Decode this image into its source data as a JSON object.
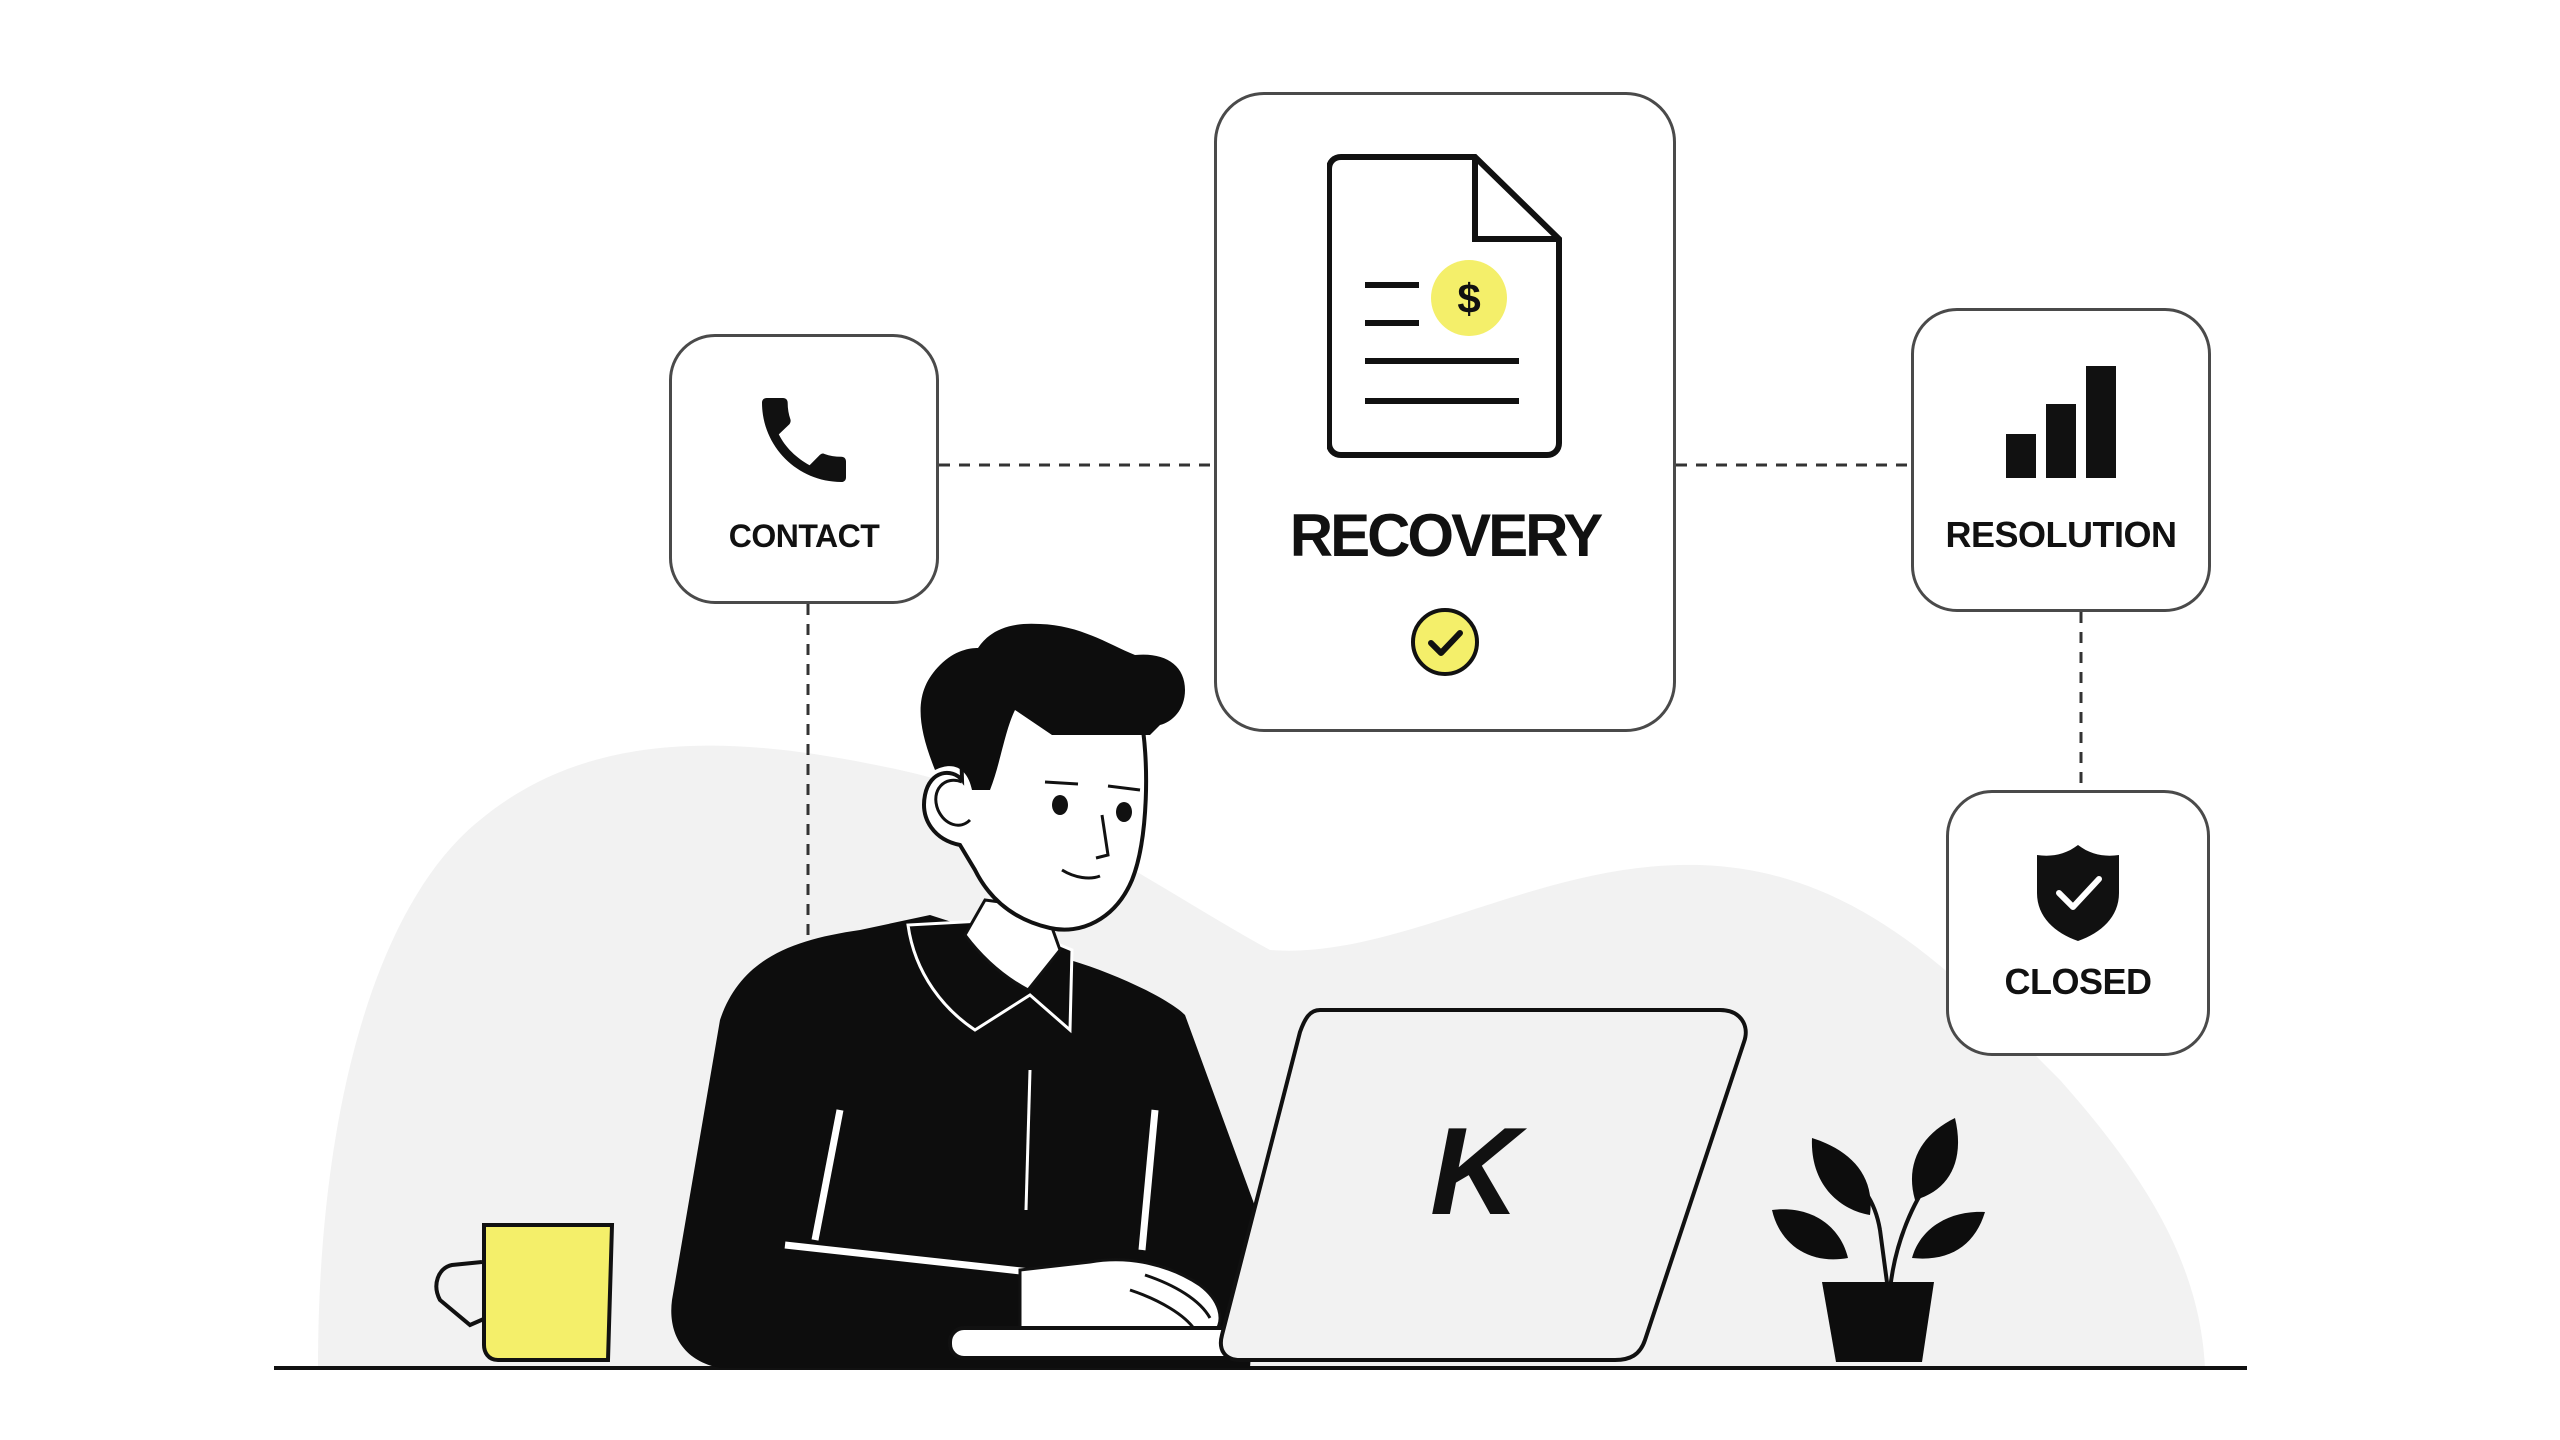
{
  "steps": {
    "contact": {
      "label": "CONTACT",
      "icon": "phone-icon"
    },
    "recovery": {
      "label": "RECOVERY",
      "icon": "invoice-dollar-icon",
      "status_icon": "check-circle-icon"
    },
    "resolution": {
      "label": "RESOLUTION",
      "icon": "bar-chart-icon"
    },
    "closed": {
      "label": "CLOSED",
      "icon": "shield-check-icon"
    }
  },
  "laptop": {
    "logo_letter": "K"
  },
  "colors": {
    "accent": "#F4EF6A",
    "ink": "#111111",
    "card_border": "#4A4A4A",
    "backdrop": "#F2F2F2"
  }
}
